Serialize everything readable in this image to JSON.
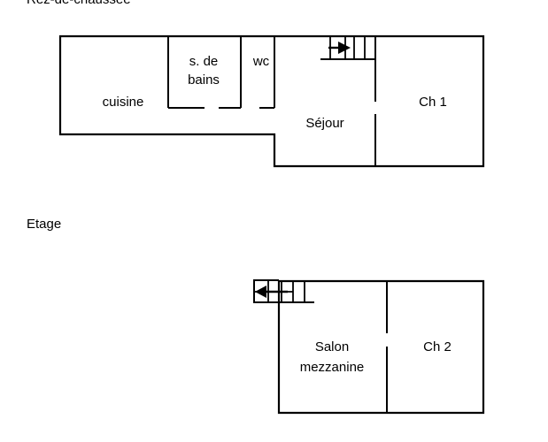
{
  "document": {
    "type": "floor-plan",
    "background_color": "#ffffff",
    "line_color": "#000000"
  },
  "plans": [
    {
      "id": "ground-floor",
      "title": "Rez-de-chaussée",
      "rooms": [
        {
          "id": "cuisine",
          "label": "cuisine"
        },
        {
          "id": "salle-de-bains",
          "label_line1": "s. de",
          "label_line2": "bains"
        },
        {
          "id": "wc",
          "label": "wc"
        },
        {
          "id": "sejour",
          "label": "Séjour"
        },
        {
          "id": "chambre-1",
          "label": "Ch 1"
        }
      ],
      "stairs": {
        "direction": "right",
        "steps": 4
      }
    },
    {
      "id": "upper-floor",
      "title": "Etage",
      "rooms": [
        {
          "id": "salon-mezzanine",
          "label_line1": "Salon",
          "label_line2": "mezzanine"
        },
        {
          "id": "chambre-2",
          "label": "Ch 2"
        }
      ],
      "stairs": {
        "direction": "left",
        "steps": 4
      }
    }
  ]
}
